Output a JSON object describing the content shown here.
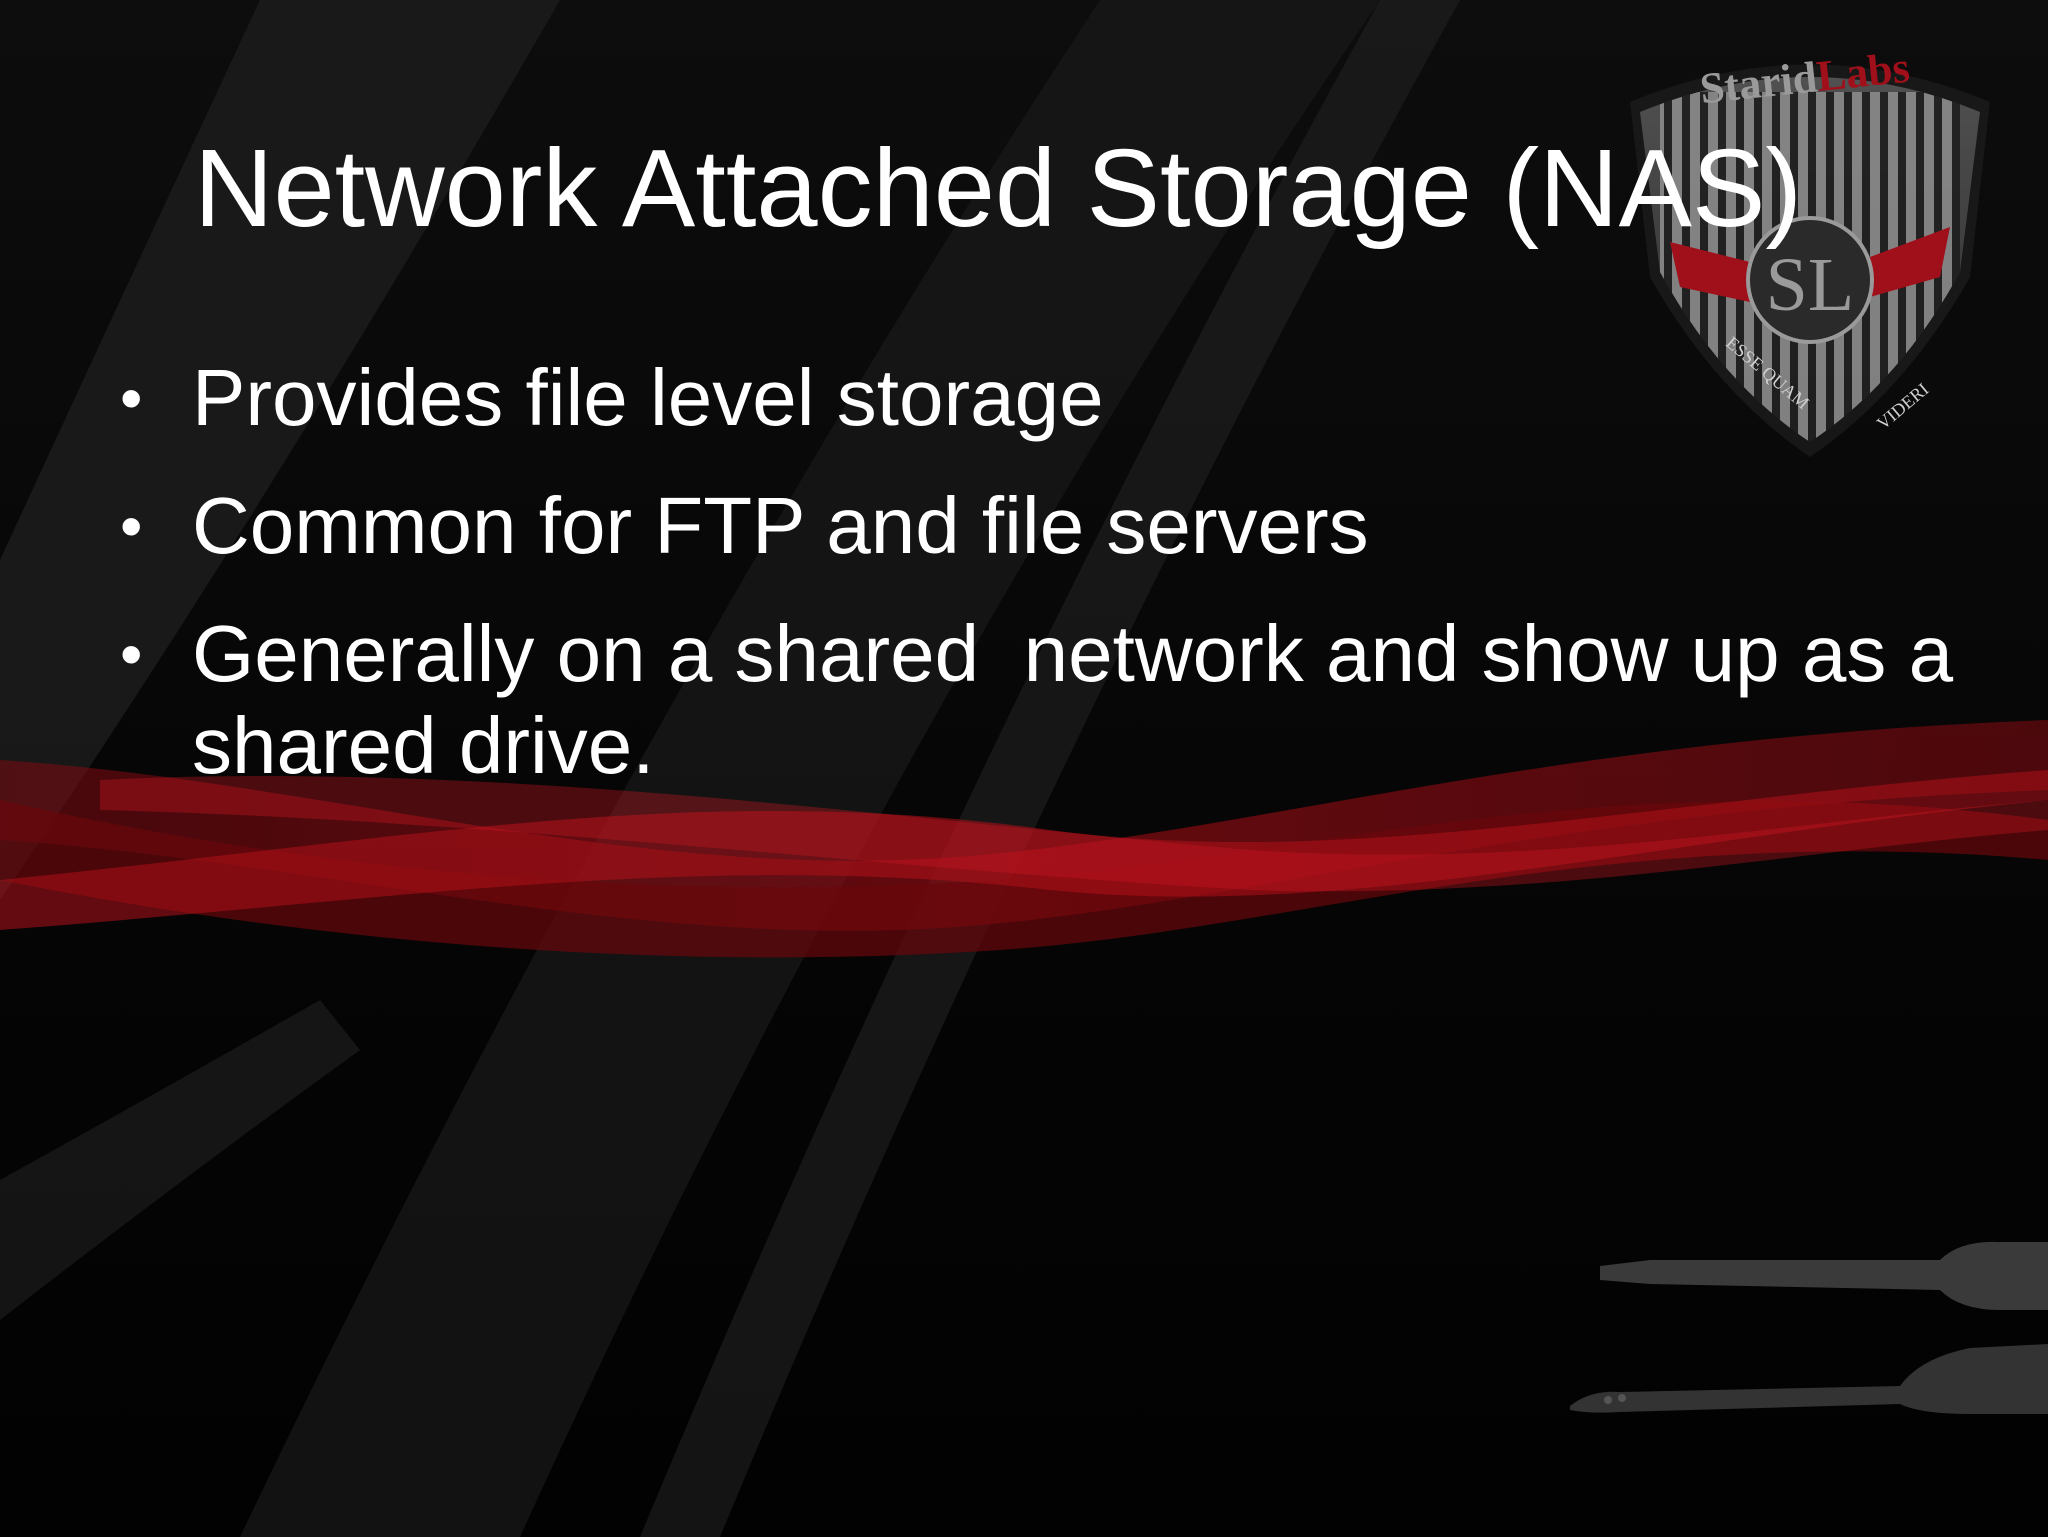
{
  "slide": {
    "title": "Network Attached Storage (NAS)",
    "bullets": [
      "Provides file level storage",
      "Common for FTP and file servers",
      "Generally on a shared  network and show up as a shared drive."
    ],
    "bullet_symbol": "•"
  },
  "logo": {
    "brand_part1": "Starid",
    "brand_part2": "Labs",
    "monogram": "SL",
    "motto_left": "ESSE QUAM",
    "motto_right": "VIDERI"
  },
  "colors": {
    "background": "#000000",
    "text": "#ffffff",
    "accent_red": "#8b0a0f",
    "logo_gray": "#9a9a9a"
  },
  "decorations": {
    "background_swoosh": "red-wave-ribbons",
    "logo_icon": "shield-emblem-icon",
    "guitar_icon": "guitar-neck-icon"
  }
}
